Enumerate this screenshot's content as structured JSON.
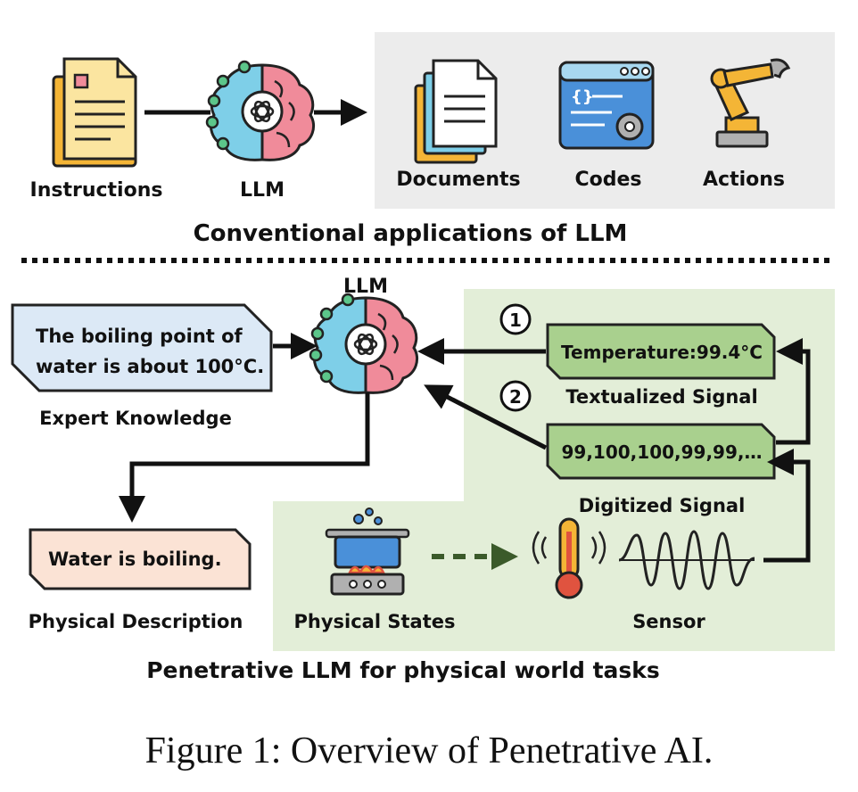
{
  "top": {
    "labels": {
      "instructions": "Instructions",
      "llm": "LLM",
      "documents": "Documents",
      "codes": "Codes",
      "actions": "Actions"
    },
    "title": "Conventional applications of LLM"
  },
  "bottom": {
    "llm": "LLM",
    "expert_text_line1": "The boiling point of",
    "expert_text_line2": "water is about 100°C.",
    "expert_label": "Expert Knowledge",
    "description_text": "Water is boiling.",
    "description_label": "Physical Description",
    "states_label": "Physical States",
    "sensor_label": "Sensor",
    "textualized_box": "Temperature:99.4°C",
    "textualized_label": "Textualized Signal",
    "digitized_box": "99,100,100,99,99,…",
    "digitized_label": "Digitized Signal",
    "step1": "1",
    "step2": "2",
    "title": "Penetrative LLM for physical world tasks"
  },
  "caption": "Figure 1: Overview of Penetrative AI.",
  "colors": {
    "gray_panel": "#ececec",
    "green_panel": "#e3eed8",
    "expert_fill": "#dce9f6",
    "description_fill": "#fbe3d5",
    "signal_fill": "#a9d08e",
    "brain_left": "#7ecfe8",
    "brain_right": "#f08b9a"
  }
}
